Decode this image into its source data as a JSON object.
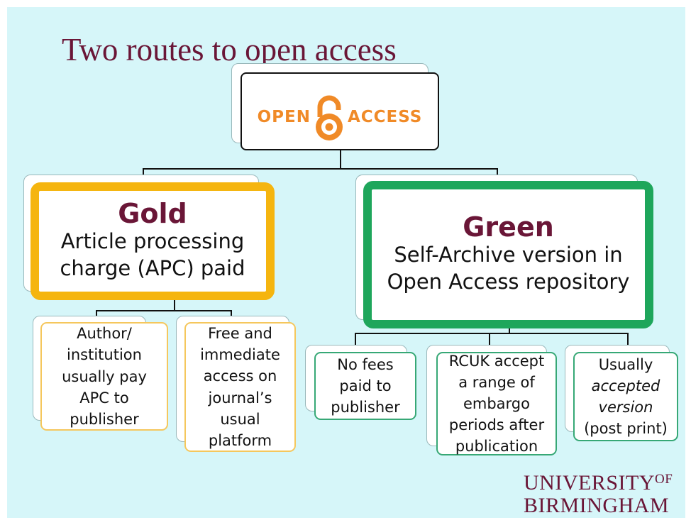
{
  "title": "Two routes to open access",
  "logo": {
    "left": "OPEN",
    "right": "ACCESS",
    "icon": "open-padlock-icon",
    "color": "#f08a27"
  },
  "gold": {
    "heading": "Gold",
    "description_line1": "Article processing",
    "description_line2": "charge (APC) paid",
    "border_color": "#f5b50f",
    "details": [
      "Author/\ninstitution\nusually pay\nAPC to\npublisher",
      "Free and\nimmediate\naccess on\njournal’s\nusual\nplatform"
    ]
  },
  "green": {
    "heading": "Green",
    "description_line1": "Self-Archive version in",
    "description_line2": "Open Access repository",
    "border_color": "#1ea65b",
    "details": [
      {
        "text": "No fees\npaid to\npublisher"
      },
      {
        "text": "RCUK accept\na range of\nembargo\nperiods after\npublication"
      },
      {
        "line1": "Usually",
        "line2": "accepted",
        "line3": "version",
        "line4": "(post print)"
      }
    ]
  },
  "institution": {
    "line1": "UNIVERSITY",
    "superscript": "OF",
    "line2": "BIRMINGHAM",
    "color": "#6a1637"
  }
}
